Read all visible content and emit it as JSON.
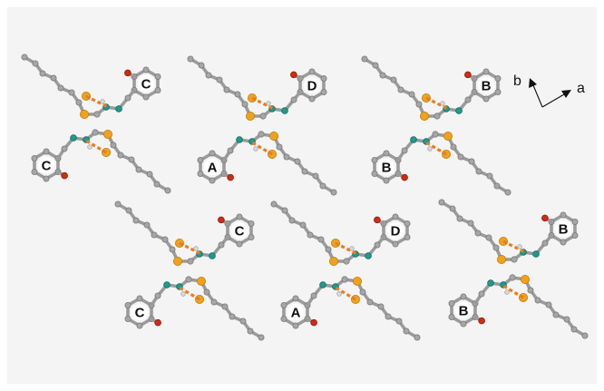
{
  "axes": {
    "a": "a",
    "b": "b"
  },
  "ring_labels": [
    "C",
    "C",
    "D",
    "A",
    "B",
    "B",
    "C",
    "C",
    "A",
    "D",
    "B",
    "B"
  ],
  "colors": {
    "carbon": "#a6a6a6",
    "sulfur": "#f0a21e",
    "nitrogen": "#1f9a8c",
    "oxygen": "#d32a14",
    "hydrogen": "#d8d8d8",
    "hydrogen_bond": "#ee7a1e",
    "background": "#f4f4f4"
  }
}
